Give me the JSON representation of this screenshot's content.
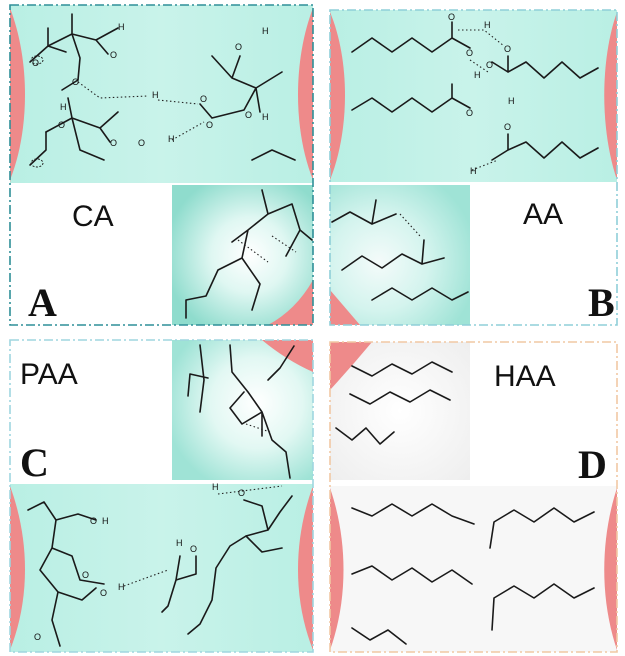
{
  "figure": {
    "panels": [
      {
        "id": "A",
        "letter": "A",
        "molecule_label": "CA"
      },
      {
        "id": "B",
        "letter": "B",
        "molecule_label": "AA"
      },
      {
        "id": "C",
        "letter": "C",
        "molecule_label": "PAA"
      },
      {
        "id": "D",
        "letter": "D",
        "molecule_label": "HAA"
      }
    ],
    "atoms": {
      "oxygen": "O",
      "hydrogen": "H"
    },
    "colors": {
      "hydrogen_bond_region": "#bff0e6",
      "nanoparticle": "#ee8a8a",
      "border_teal": "#2f8f98",
      "border_orange": "#f1c8a4",
      "plain_background": "#f7f7f7"
    }
  }
}
